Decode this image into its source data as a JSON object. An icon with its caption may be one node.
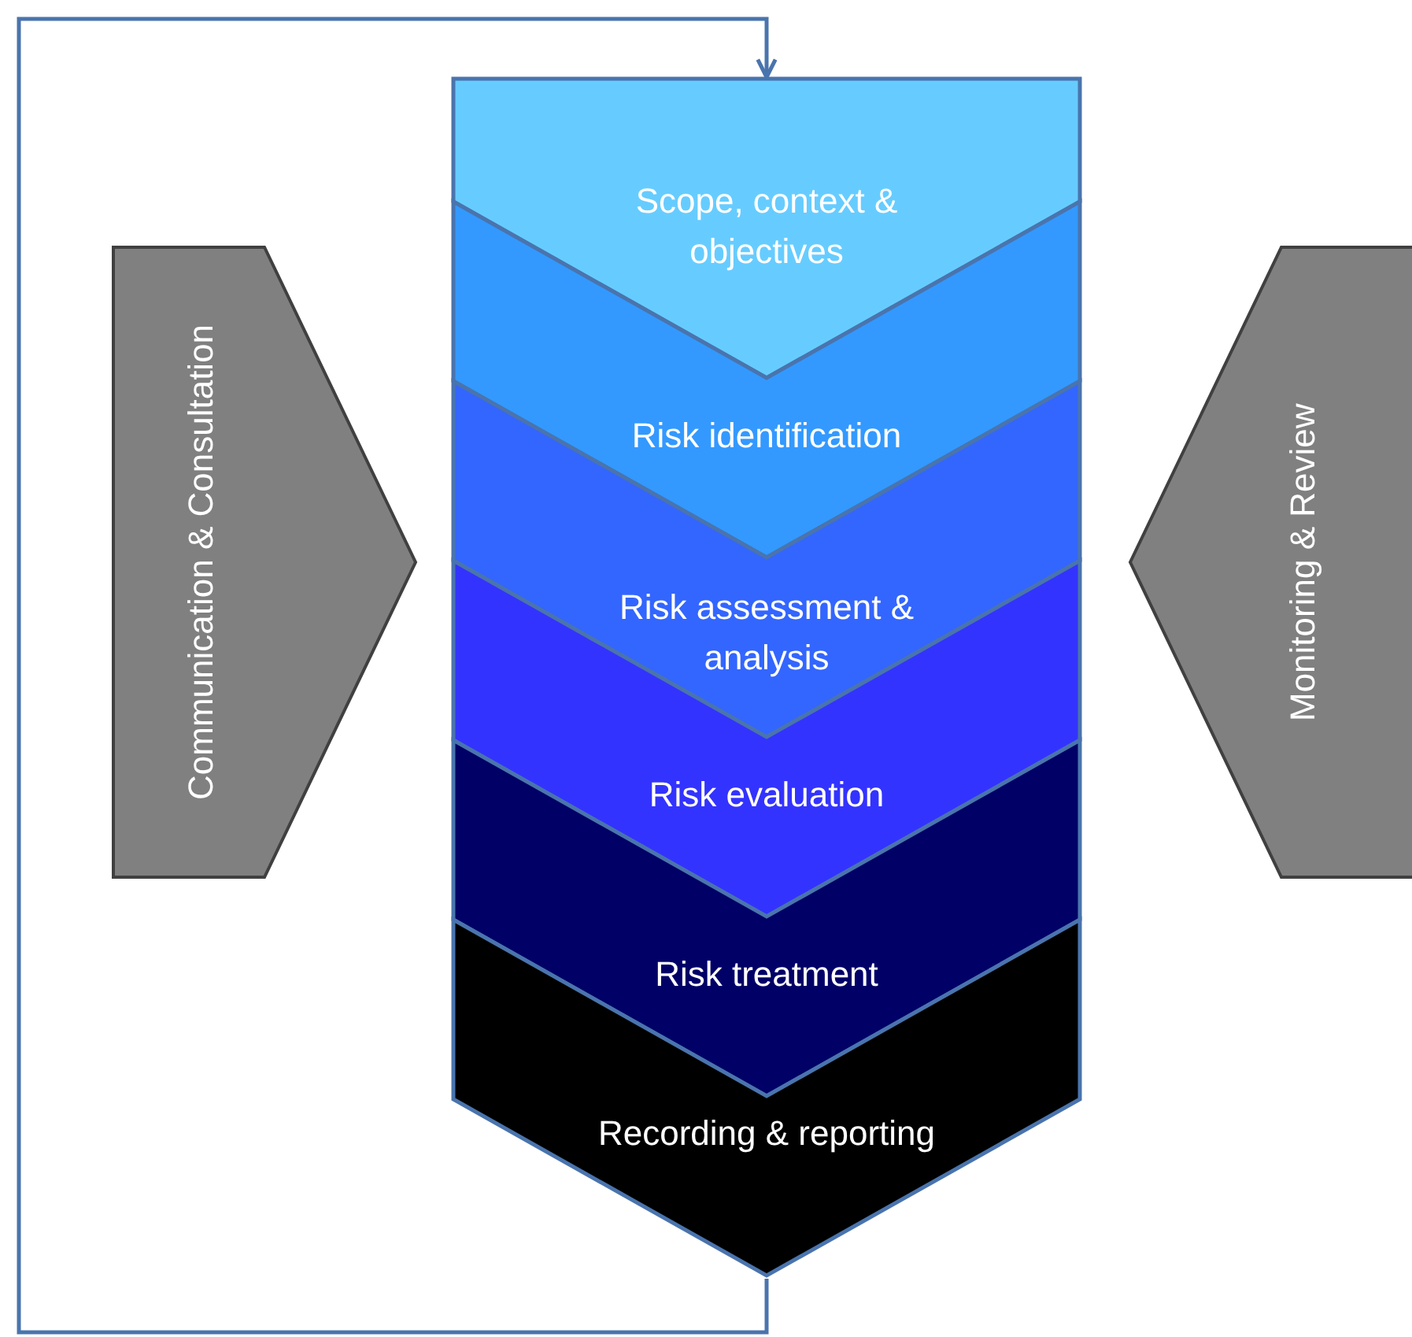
{
  "diagram": {
    "nodes": [
      {
        "text": [
          "Scope, context & objectives"
        ]
      },
      {
        "text": [
          "Risk identification"
        ]
      },
      {
        "text": [
          "Risk assessment & analysis"
        ]
      },
      {
        "text": [
          "Risk evaluation"
        ]
      },
      {
        "text": [
          "Risk treatment"
        ]
      },
      {
        "text": [
          "Recording & reporting"
        ]
      },
      {
        "text": [
          "Communication & Consultation"
        ]
      },
      {
        "text": [
          "Monitoring & Review"
        ]
      }
    ],
    "edges": [
      {
        "from": 5,
        "to": 0,
        "arrow": "to"
      }
    ]
  }
}
